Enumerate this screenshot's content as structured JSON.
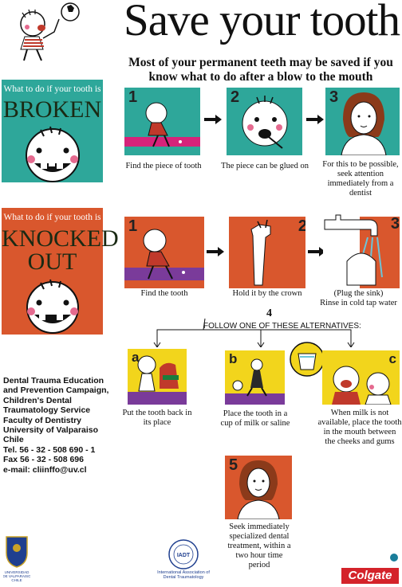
{
  "poster": {
    "title": "Save your tooth",
    "subtitle": "Most of your permanent teeth may be saved if you know what to do after a blow to the mouth"
  },
  "broken": {
    "prefix": "What to do if your tooth is",
    "heading": "BROKEN",
    "steps": [
      {
        "number": "1",
        "caption": "Find the piece of tooth"
      },
      {
        "number": "2",
        "caption": "The piece can be glued on"
      },
      {
        "number": "3",
        "caption": "For this to be possible, seek attention immediately from a dentist"
      }
    ]
  },
  "knocked": {
    "prefix": "What to do if your tooth is",
    "heading_line1": "KNOCKED",
    "heading_line2": "OUT",
    "steps": [
      {
        "number": "1",
        "caption": "Find the tooth"
      },
      {
        "number": "2",
        "caption": "Hold it by the crown"
      },
      {
        "number": "3",
        "caption": "(Plug the sink)\nRinse in cold tap water"
      }
    ],
    "step4_number": "4",
    "step4_label": "FOLLOW ONE OF THESE ALTERNATIVES:",
    "alternatives": [
      {
        "letter": "a",
        "caption": "Put the tooth back in its place"
      },
      {
        "letter": "b",
        "caption": "Place the tooth in a cup of milk or saline"
      },
      {
        "letter": "c",
        "caption": "When milk is not available, place the tooth in the mouth between the cheeks and gums"
      }
    ],
    "step5_number": "5",
    "step5_caption": "Seek immediately specialized dental treatment, within a two hour time period"
  },
  "contact": {
    "lines": [
      "Dental Trauma Education",
      "and Prevention Campaign,",
      "Children's Dental",
      "Traumatology Service",
      "Faculty of Dentistry",
      "University of Valparaiso",
      "Chile",
      "Tel. 56 - 32 - 508 690 - 1",
      "Fax  56 - 32 - 508 696",
      "e-mail: cliinffo@uv.cl"
    ]
  },
  "footer": {
    "university_logo": "UNIVERSIDAD DE VALPARAISO CHILE",
    "iadt_acronym": "IADT",
    "iadt_name": "International Association of Dental Traumatology",
    "sponsor": "Colgate"
  },
  "colors": {
    "teal": "#2ea79a",
    "orange": "#d9572d",
    "yellow": "#f2d51c",
    "purple": "#7a3b9a",
    "magenta": "#d6237a",
    "colgate_red": "#d4232a"
  }
}
